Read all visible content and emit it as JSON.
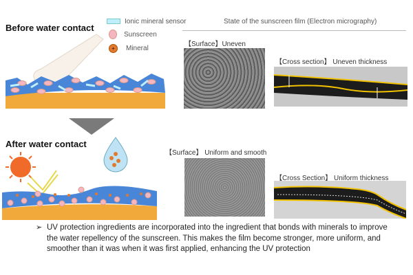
{
  "before": {
    "title": "Before water contact"
  },
  "after": {
    "title": "After water contact"
  },
  "legend": [
    {
      "icon": "ionic-mineral-sensor-icon",
      "label": "Ionic mineral sensor"
    },
    {
      "icon": "sunscreen-particle-icon",
      "label": "Sunscreen"
    },
    {
      "icon": "mineral-particle-icon",
      "label": "Mineral"
    }
  ],
  "micrograph": {
    "header": "State of the sunscreen film (Electron micrography)",
    "before_surface": "【Surface】Uneven",
    "before_cross": "【Cross section】 Uneven  thickness",
    "after_surface": "【Surface】 Uniform and smooth",
    "after_cross": "【Cross Section】 Uniform thickness"
  },
  "bullet": {
    "icon": "arrow-bullet-icon",
    "text": "UV protection ingredients are incorporated into the ingredient that bonds with minerals to improve the water repellency of the sunscreen. This makes the film become stronger, more uniform, and smoother than it was when it was first applied, enhancing the UV protection"
  },
  "colors": {
    "film": "#4a86d8",
    "skin": "#f2a93b",
    "sunscreen": "#f4b6c0",
    "mineral": "#e07a30",
    "sun": "#f06a2a",
    "trace": "#f2c200"
  }
}
